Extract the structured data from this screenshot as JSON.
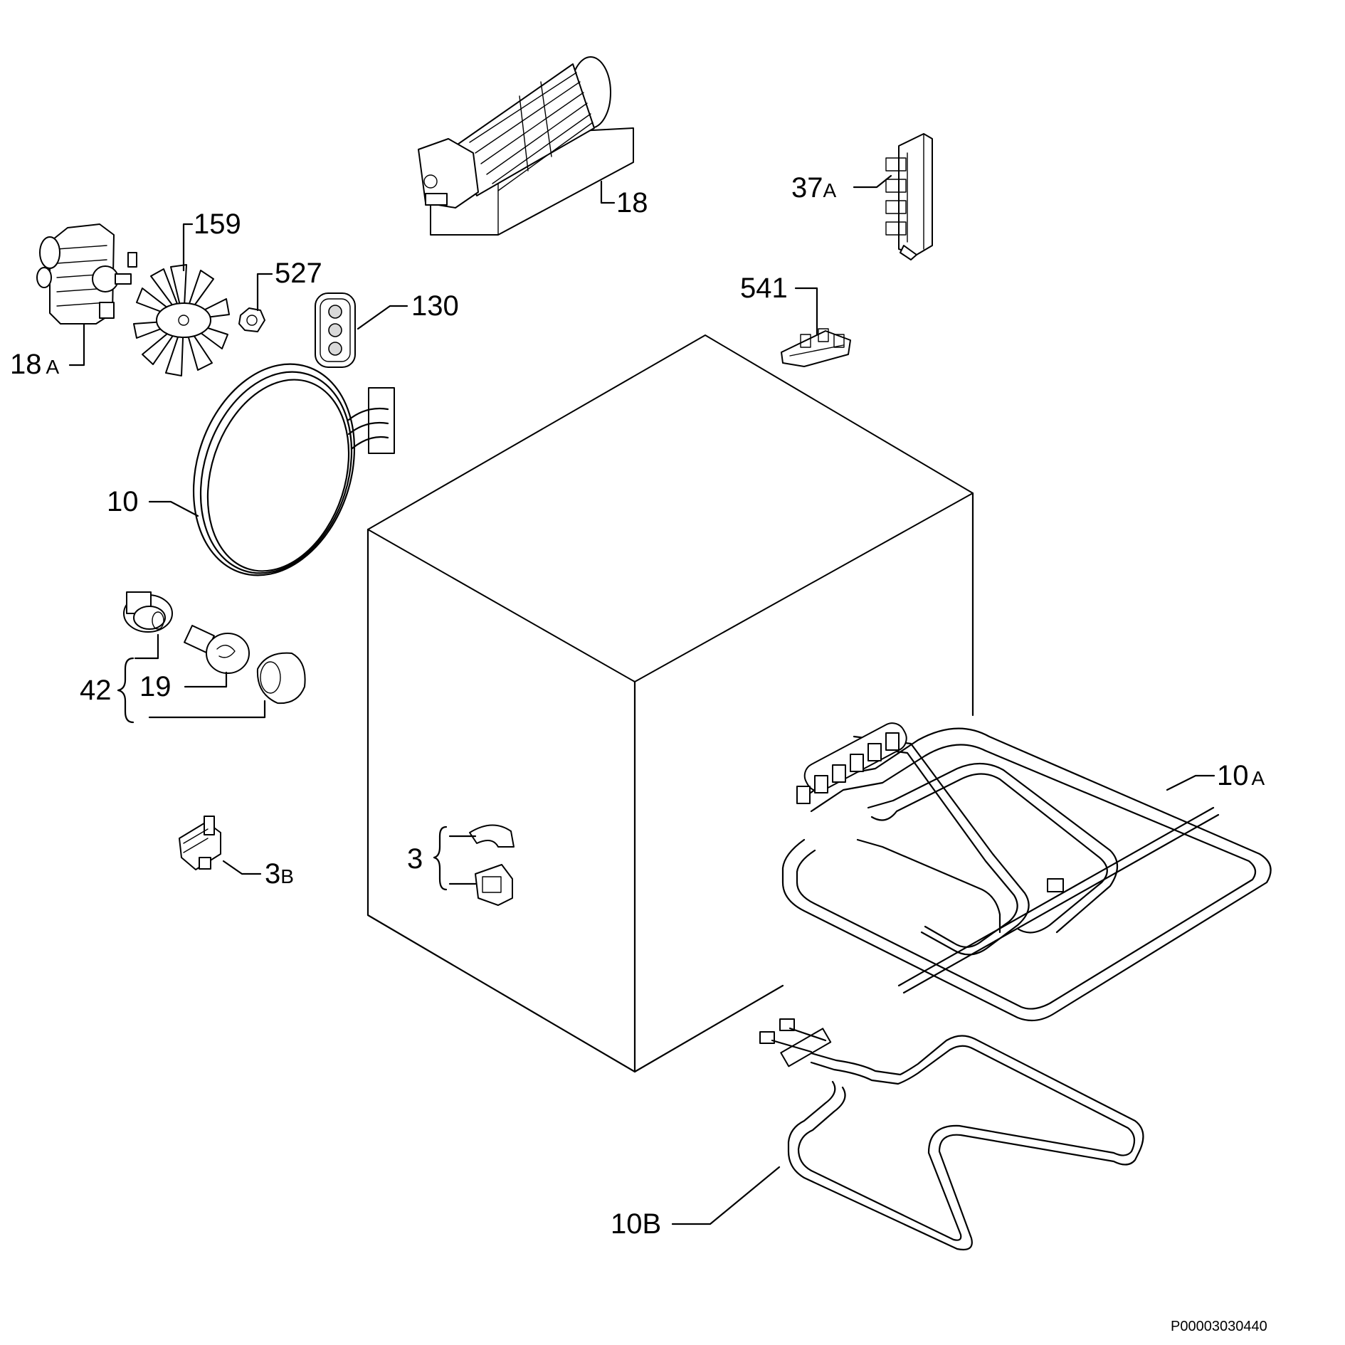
{
  "diagram": {
    "parts": [
      {
        "id": "p18",
        "label": "18",
        "icon": "tangential-fan-icon"
      },
      {
        "id": "p37a",
        "num": "37",
        "suffix": "A",
        "icon": "terminal-block-icon"
      },
      {
        "id": "p159",
        "label": "159",
        "icon": "fan-blade-icon"
      },
      {
        "id": "p527",
        "label": "527",
        "icon": "fan-nut-icon"
      },
      {
        "id": "p130",
        "label": "130",
        "icon": "gasket-icon"
      },
      {
        "id": "p18a",
        "num": "18",
        "suffix": "A",
        "icon": "fan-motor-icon"
      },
      {
        "id": "p541",
        "label": "541",
        "icon": "connector-icon"
      },
      {
        "id": "p10",
        "label": "10",
        "icon": "circular-heating-element-icon"
      },
      {
        "id": "p42",
        "label": "42",
        "icon": "oven-lamp-assembly-icon"
      },
      {
        "id": "p19",
        "label": "19",
        "icon": "lamp-bulb-icon"
      },
      {
        "id": "p10a",
        "num": "10",
        "suffix": "A",
        "icon": "grill-heating-element-icon"
      },
      {
        "id": "p3b",
        "num": "3",
        "suffix": "B",
        "icon": "thermostat-icon"
      },
      {
        "id": "p3",
        "label": "3",
        "icon": "thermostat-clip-icon"
      },
      {
        "id": "p10b",
        "label": "10B",
        "icon": "bottom-heating-element-icon"
      }
    ],
    "drawing_code": "P00003030440",
    "colors": {
      "line": "#000000",
      "background": "#ffffff"
    }
  }
}
